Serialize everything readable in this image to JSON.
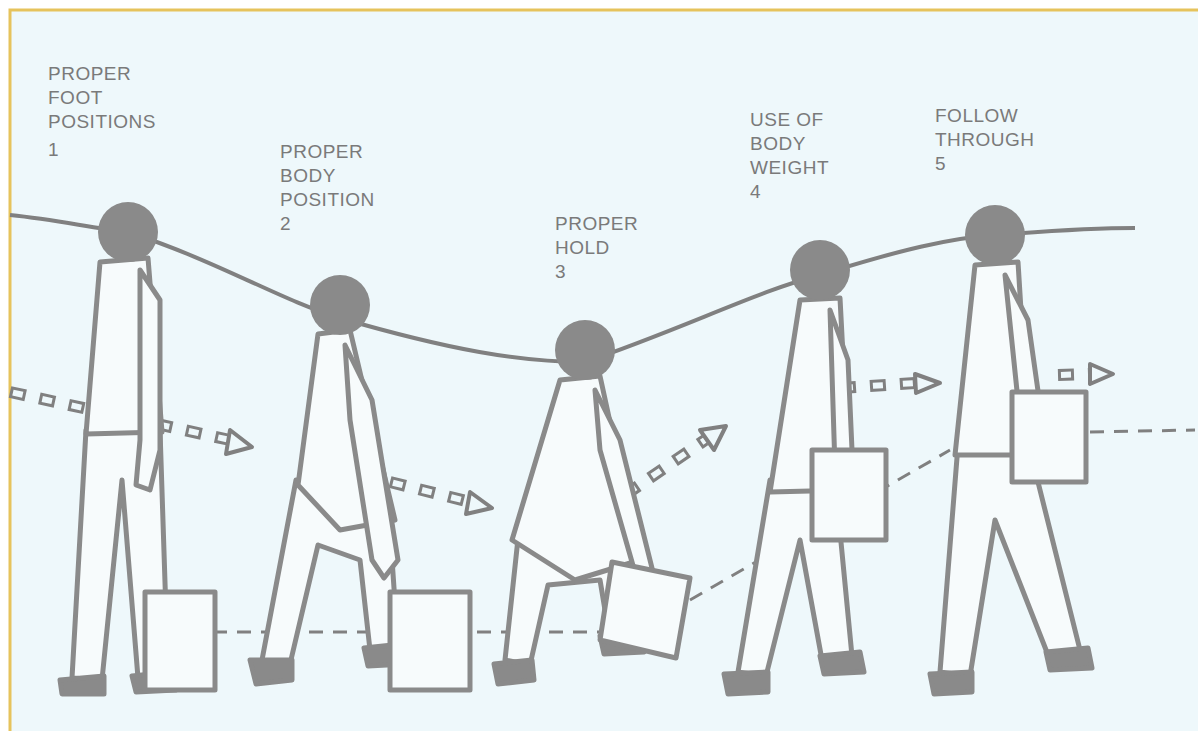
{
  "diagram": {
    "labels": [
      "PROPER FOOT POSITIONS",
      "1",
      "PROPER BODY POSITION",
      "2",
      "PROPER HOLD",
      "3",
      "USE OF BODY WEIGHT",
      "4",
      "FOLLOW THROUGH",
      "5"
    ]
  }
}
